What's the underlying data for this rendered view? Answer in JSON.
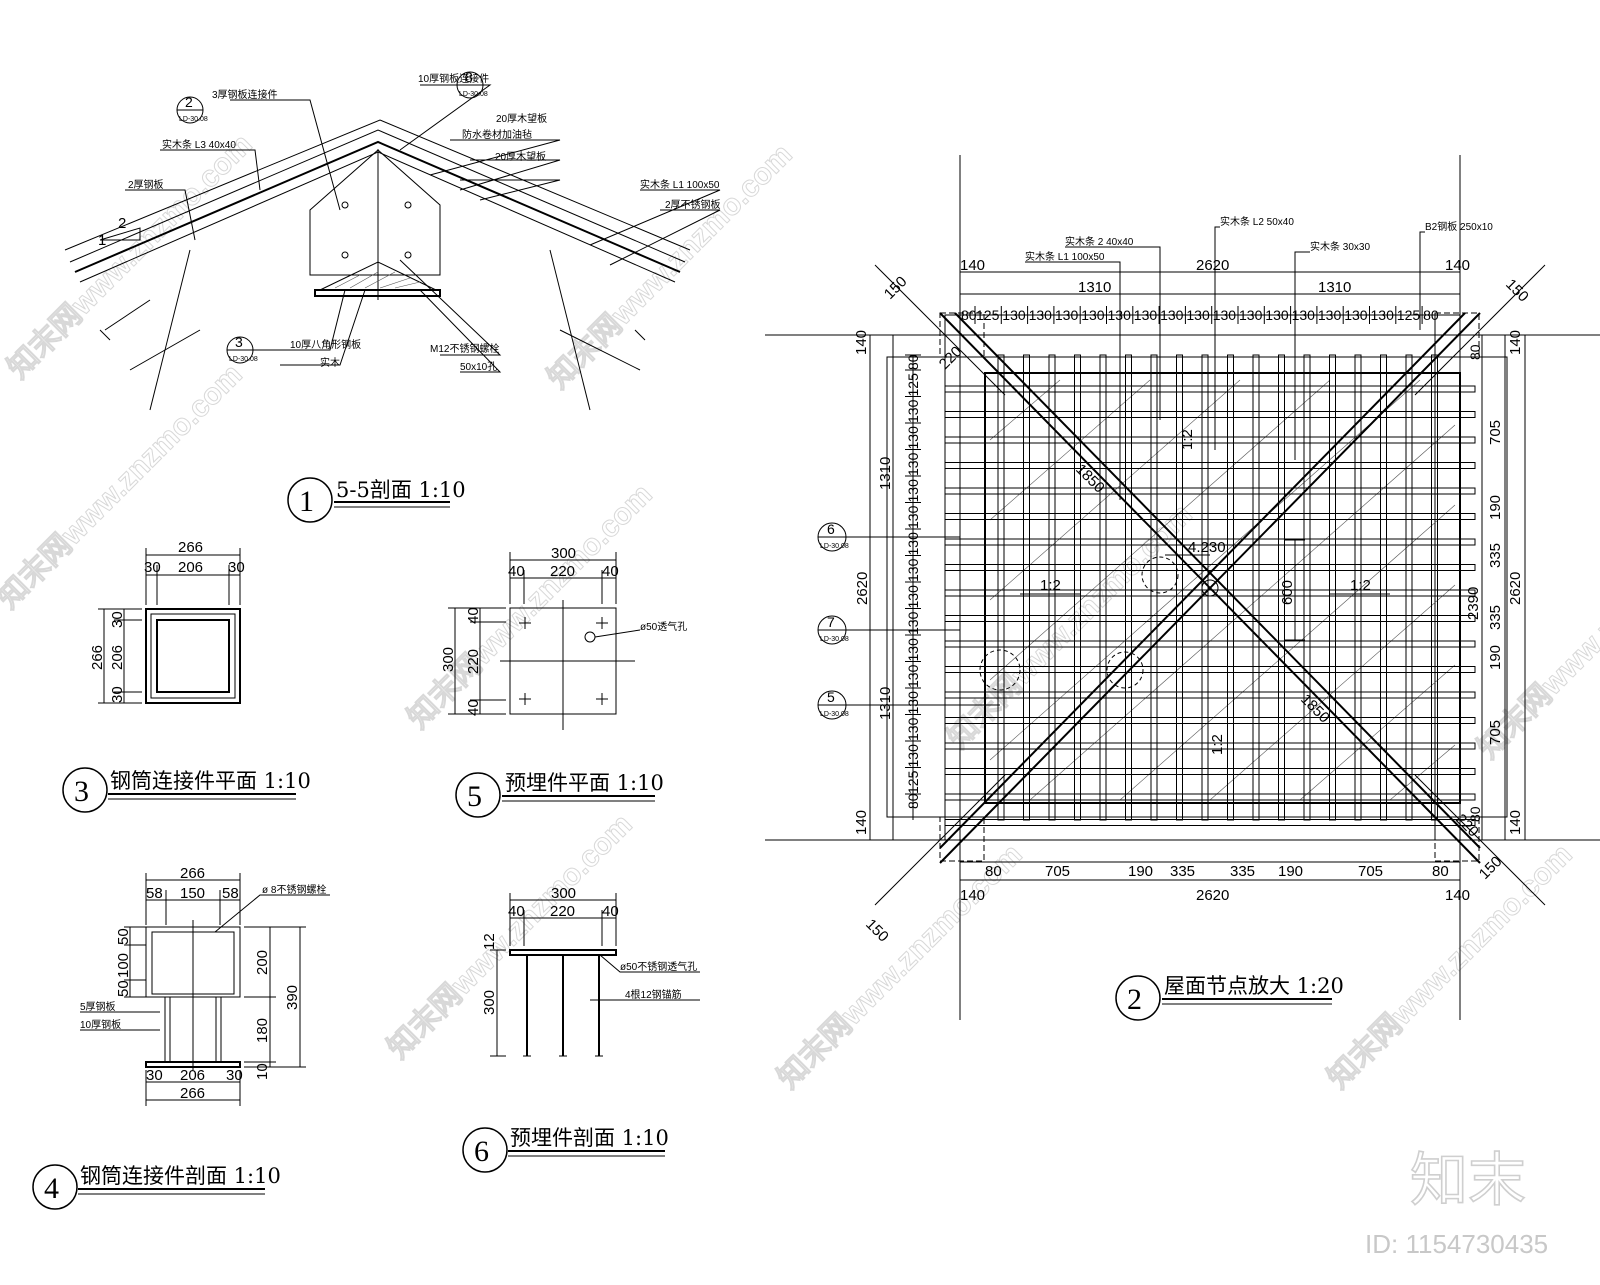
{
  "drawings": {
    "d1": {
      "num": "1",
      "title": "5-5剖面 1:10"
    },
    "d2": {
      "num": "2",
      "title": "屋面节点放大 1:20"
    },
    "d3": {
      "num": "3",
      "title": "钢筒连接件平面 1:10"
    },
    "d4": {
      "num": "4",
      "title": "钢筒连接件剖面 1:10"
    },
    "d5": {
      "num": "5",
      "title": "预埋件平面 1:10"
    },
    "d6": {
      "num": "6",
      "title": "预埋件剖面 1:10"
    }
  },
  "section1": {
    "slope_a": "1",
    "slope_b": "2",
    "callout_top_num": "8",
    "callout_top_ref": "LD-30.08",
    "callout_left_num": "2",
    "callout_left_ref": "LD-30.08",
    "callout_bottom_num": "3",
    "callout_bottom_ref": "LD-30.08"
  },
  "plan3": {
    "overall": "266",
    "sub": [
      "30",
      "206",
      "30"
    ],
    "v_overall": "266",
    "v_sub": [
      "30",
      "206",
      "30"
    ]
  },
  "plan5": {
    "overall": "300",
    "sub": [
      "40",
      "220",
      "40"
    ],
    "v_overall": "300",
    "v_sub": [
      "40",
      "220",
      "40"
    ]
  },
  "sect4": {
    "top_overall": "266",
    "top_sub": [
      "58",
      "150",
      "58"
    ],
    "bot_overall": "266",
    "bot_sub": [
      "30",
      "206",
      "30"
    ],
    "left": [
      "50",
      "100",
      "50"
    ],
    "right": [
      "200",
      "180",
      "10"
    ],
    "right_total": "390"
  },
  "sect6": {
    "overall": "300",
    "sub": [
      "40",
      "220",
      "40"
    ],
    "h_plate": "12",
    "h_total": "300"
  },
  "roof": {
    "top_total": "2620",
    "top_halves": [
      "1310",
      "1310"
    ],
    "top_ends": [
      "140",
      "140"
    ],
    "bottom_total": "2620",
    "bottom_ends": [
      "140",
      "140"
    ],
    "bottom_sub": [
      "80",
      "705",
      "190",
      "335",
      "335",
      "190",
      "705",
      "80"
    ],
    "left_total": "2620",
    "left_halves": [
      "1310",
      "1310"
    ],
    "left_ends": [
      "140",
      "140"
    ],
    "right_total": "2620",
    "right_inner": "2390",
    "right_ends": [
      "140",
      "140"
    ],
    "right_sub": [
      "705",
      "190",
      "335",
      "335",
      "190",
      "705"
    ],
    "diag": [
      "150",
      "220",
      "1850",
      "1850",
      "220",
      "150",
      "150",
      "150"
    ],
    "elev": "4.230",
    "rise": "600",
    "slopes": [
      "1:2",
      "1:2",
      "1:2",
      "1:2"
    ],
    "callouts": [
      {
        "num": "6",
        "ref": "LD-30.08"
      },
      {
        "num": "7",
        "ref": "LD-30.08"
      },
      {
        "num": "5",
        "ref": "LD-30.08"
      }
    ]
  },
  "logo": "知末",
  "id_label": "ID: 1154730435"
}
